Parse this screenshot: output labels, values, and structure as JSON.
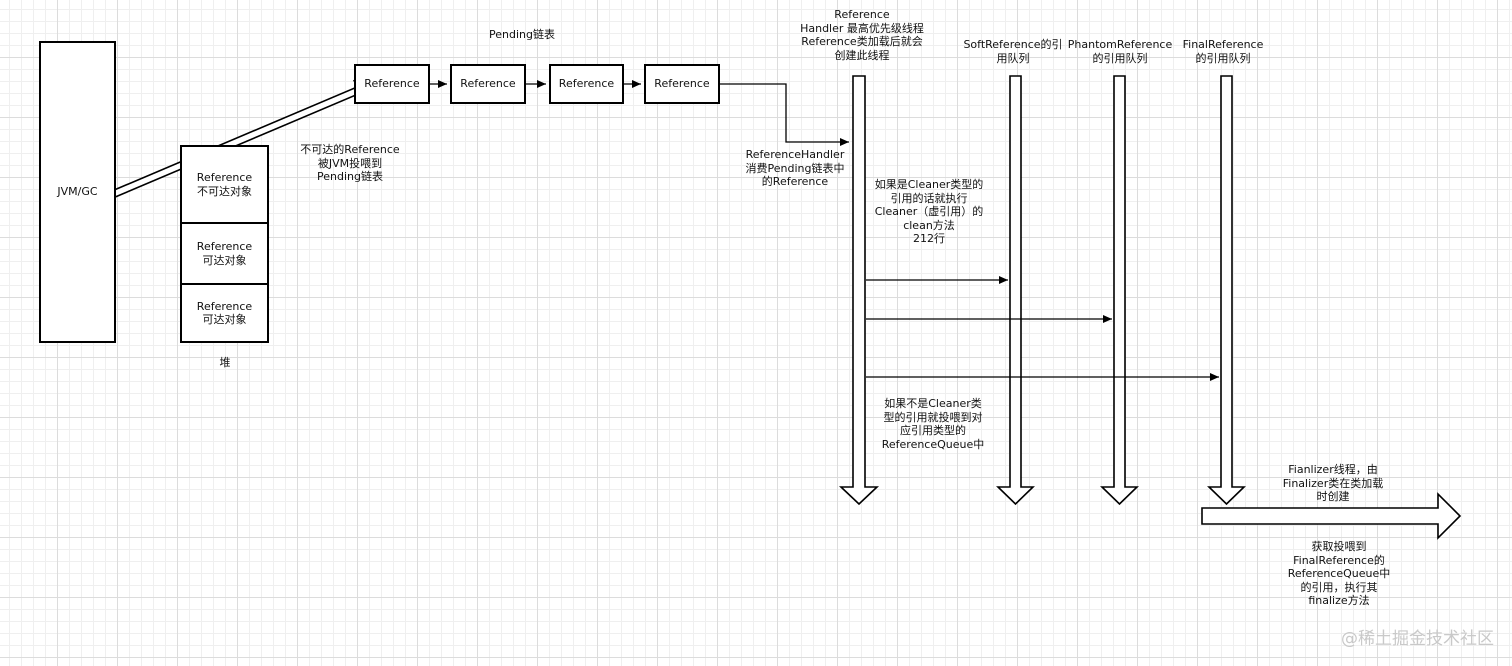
{
  "jvm_box": {
    "label": "JVM/GC"
  },
  "heap": {
    "cells": [
      {
        "label": "Reference\n不可达对象"
      },
      {
        "label": "Reference\n可达对象"
      },
      {
        "label": "Reference\n可达对象"
      }
    ],
    "caption": "堆"
  },
  "pending": {
    "title": "Pending链表",
    "nodes": [
      "Reference",
      "Reference",
      "Reference",
      "Reference"
    ]
  },
  "gc_note": "不可达的Reference\n被JVM投喂到\nPending链表",
  "handler": {
    "title": "Reference\nHandler 最高优先级线程\nReference类加载后就会\n创建此线程",
    "consume_note": "ReferenceHandler\n消费Pending链表中\n的Reference",
    "cleaner_note": "如果是Cleaner类型的\n引用的话就执行\nCleaner（虚引用）的\nclean方法\n212行",
    "enqueue_note": "如果不是Cleaner类\n型的引用就投喂到对\n应引用类型的\nReferenceQueue中"
  },
  "queues": {
    "soft": "SoftReference的引\n用队列",
    "phantom": "PhantomReference\n的引用队列",
    "final": "FinalReference\n的引用队列"
  },
  "finalizer": {
    "title": "Fianlizer线程，由\nFinalizer类在类加载\n时创建",
    "note": "获取投喂到\nFinalReference的\nReferenceQueue中\n的引用，执行其\nfinalize方法"
  },
  "watermark": "@稀土掘金技术社区"
}
